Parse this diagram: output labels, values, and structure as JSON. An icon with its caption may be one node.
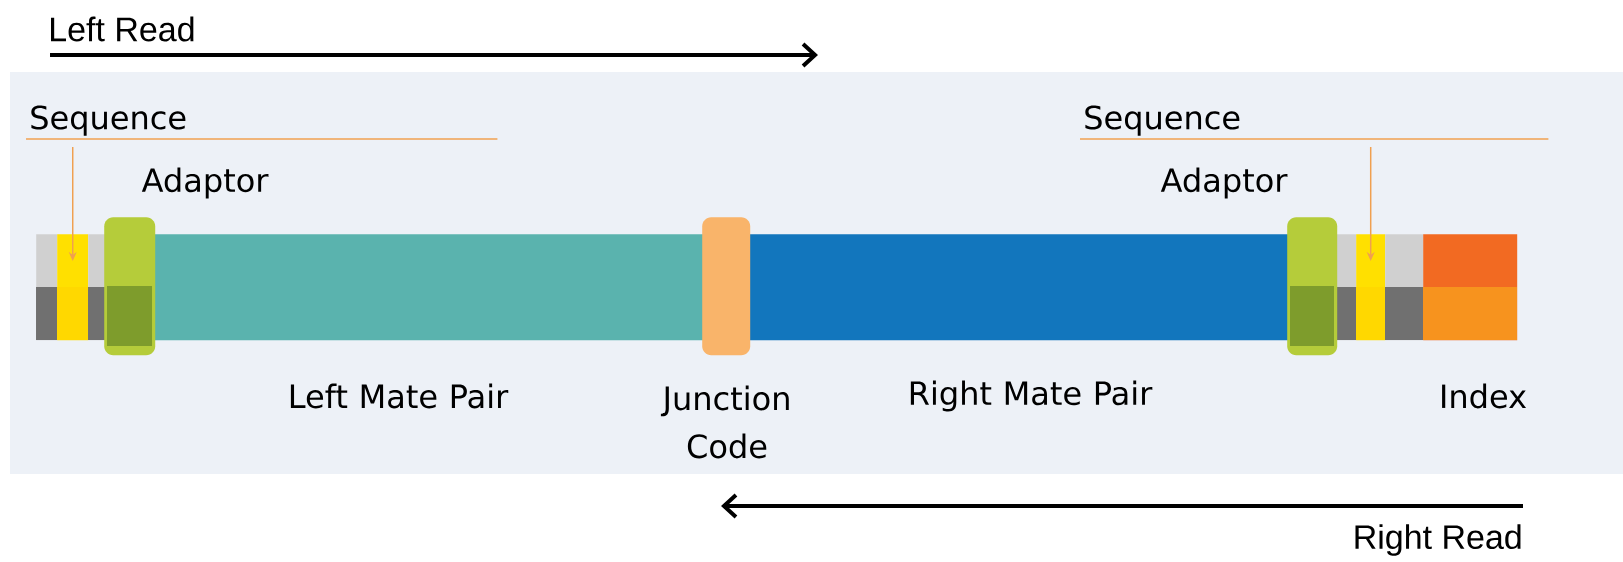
{
  "diagram": {
    "nodes": [
      {
        "text": [
          "Sequence"
        ]
      },
      {
        "text": [
          "Sequence"
        ]
      },
      {
        "text": [],
        "shape": "bar"
      },
      {
        "text": [],
        "shape": "bar"
      },
      {
        "text": [],
        "shape": "bar"
      },
      {
        "text": [
          "Adaptor"
        ]
      },
      {
        "text": [
          "Left Mate Pair"
        ]
      },
      {
        "text": [
          "Junction Code"
        ]
      },
      {
        "text": [
          "Right Mate Pair"
        ]
      },
      {
        "text": [
          "Adaptor"
        ]
      },
      {
        "text": [],
        "shape": "bar"
      },
      {
        "text": [],
        "shape": "bar"
      },
      {
        "text": [],
        "shape": "bar"
      },
      {
        "text": [
          "Index"
        ]
      }
    ],
    "edges": [
      {
        "from": 0,
        "to": 3,
        "arrow": "to"
      },
      {
        "from": 1,
        "to": 11,
        "arrow": "to"
      }
    ],
    "labels": [
      "Left Read",
      "Right Read"
    ]
  }
}
